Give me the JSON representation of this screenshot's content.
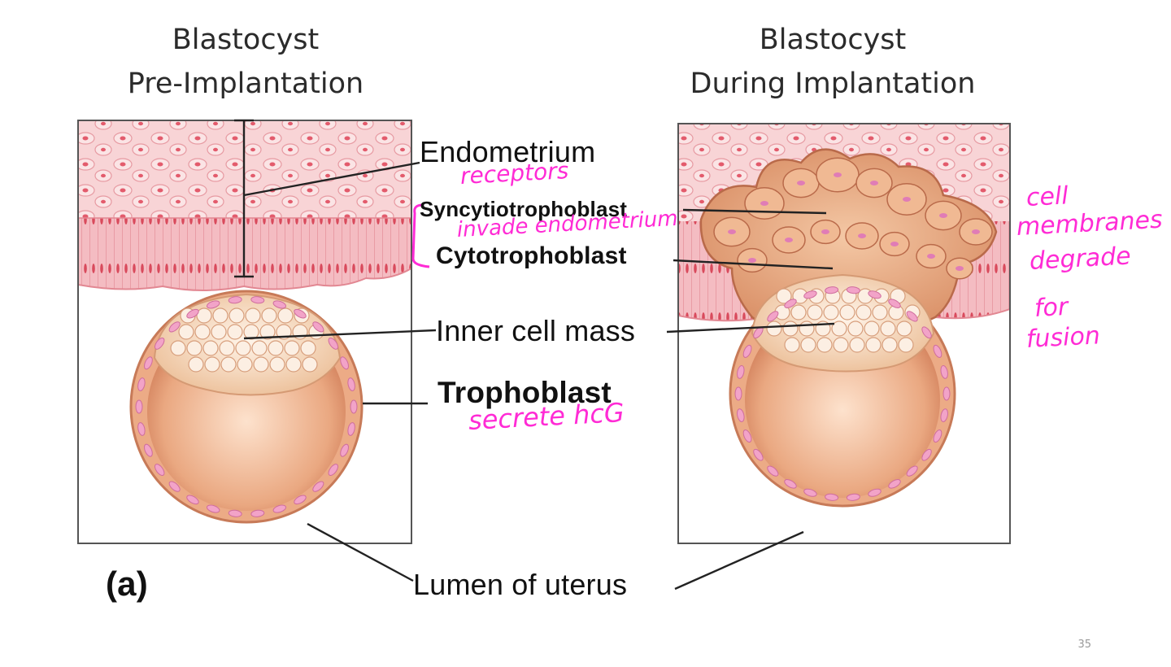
{
  "titles": {
    "left": [
      "Blastocyst",
      "Pre-Implantation"
    ],
    "right": [
      "Blastocyst",
      "During Implantation"
    ]
  },
  "labels": {
    "endometrium": "Endometrium",
    "syncytiotrophoblast": "Syncytiotrophoblast",
    "cytotrophoblast": "Cytotrophoblast",
    "inner_cell_mass": "Inner cell mass",
    "trophoblast": "Trophoblast",
    "lumen": "Lumen of uterus",
    "panel_tag": "(a)"
  },
  "annotations": {
    "receptors": "receptors",
    "invade": "invade endometrium",
    "secrete": "secrete hcG",
    "side_note": [
      "cell",
      "membranes",
      "degrade",
      "for",
      "fusion"
    ]
  },
  "page_number": "35",
  "colors": {
    "tissue": "#f6c9cd",
    "tissue_line": "#e58b95",
    "embryo": "#e6a27d",
    "annotation": "#ff2bd5"
  }
}
